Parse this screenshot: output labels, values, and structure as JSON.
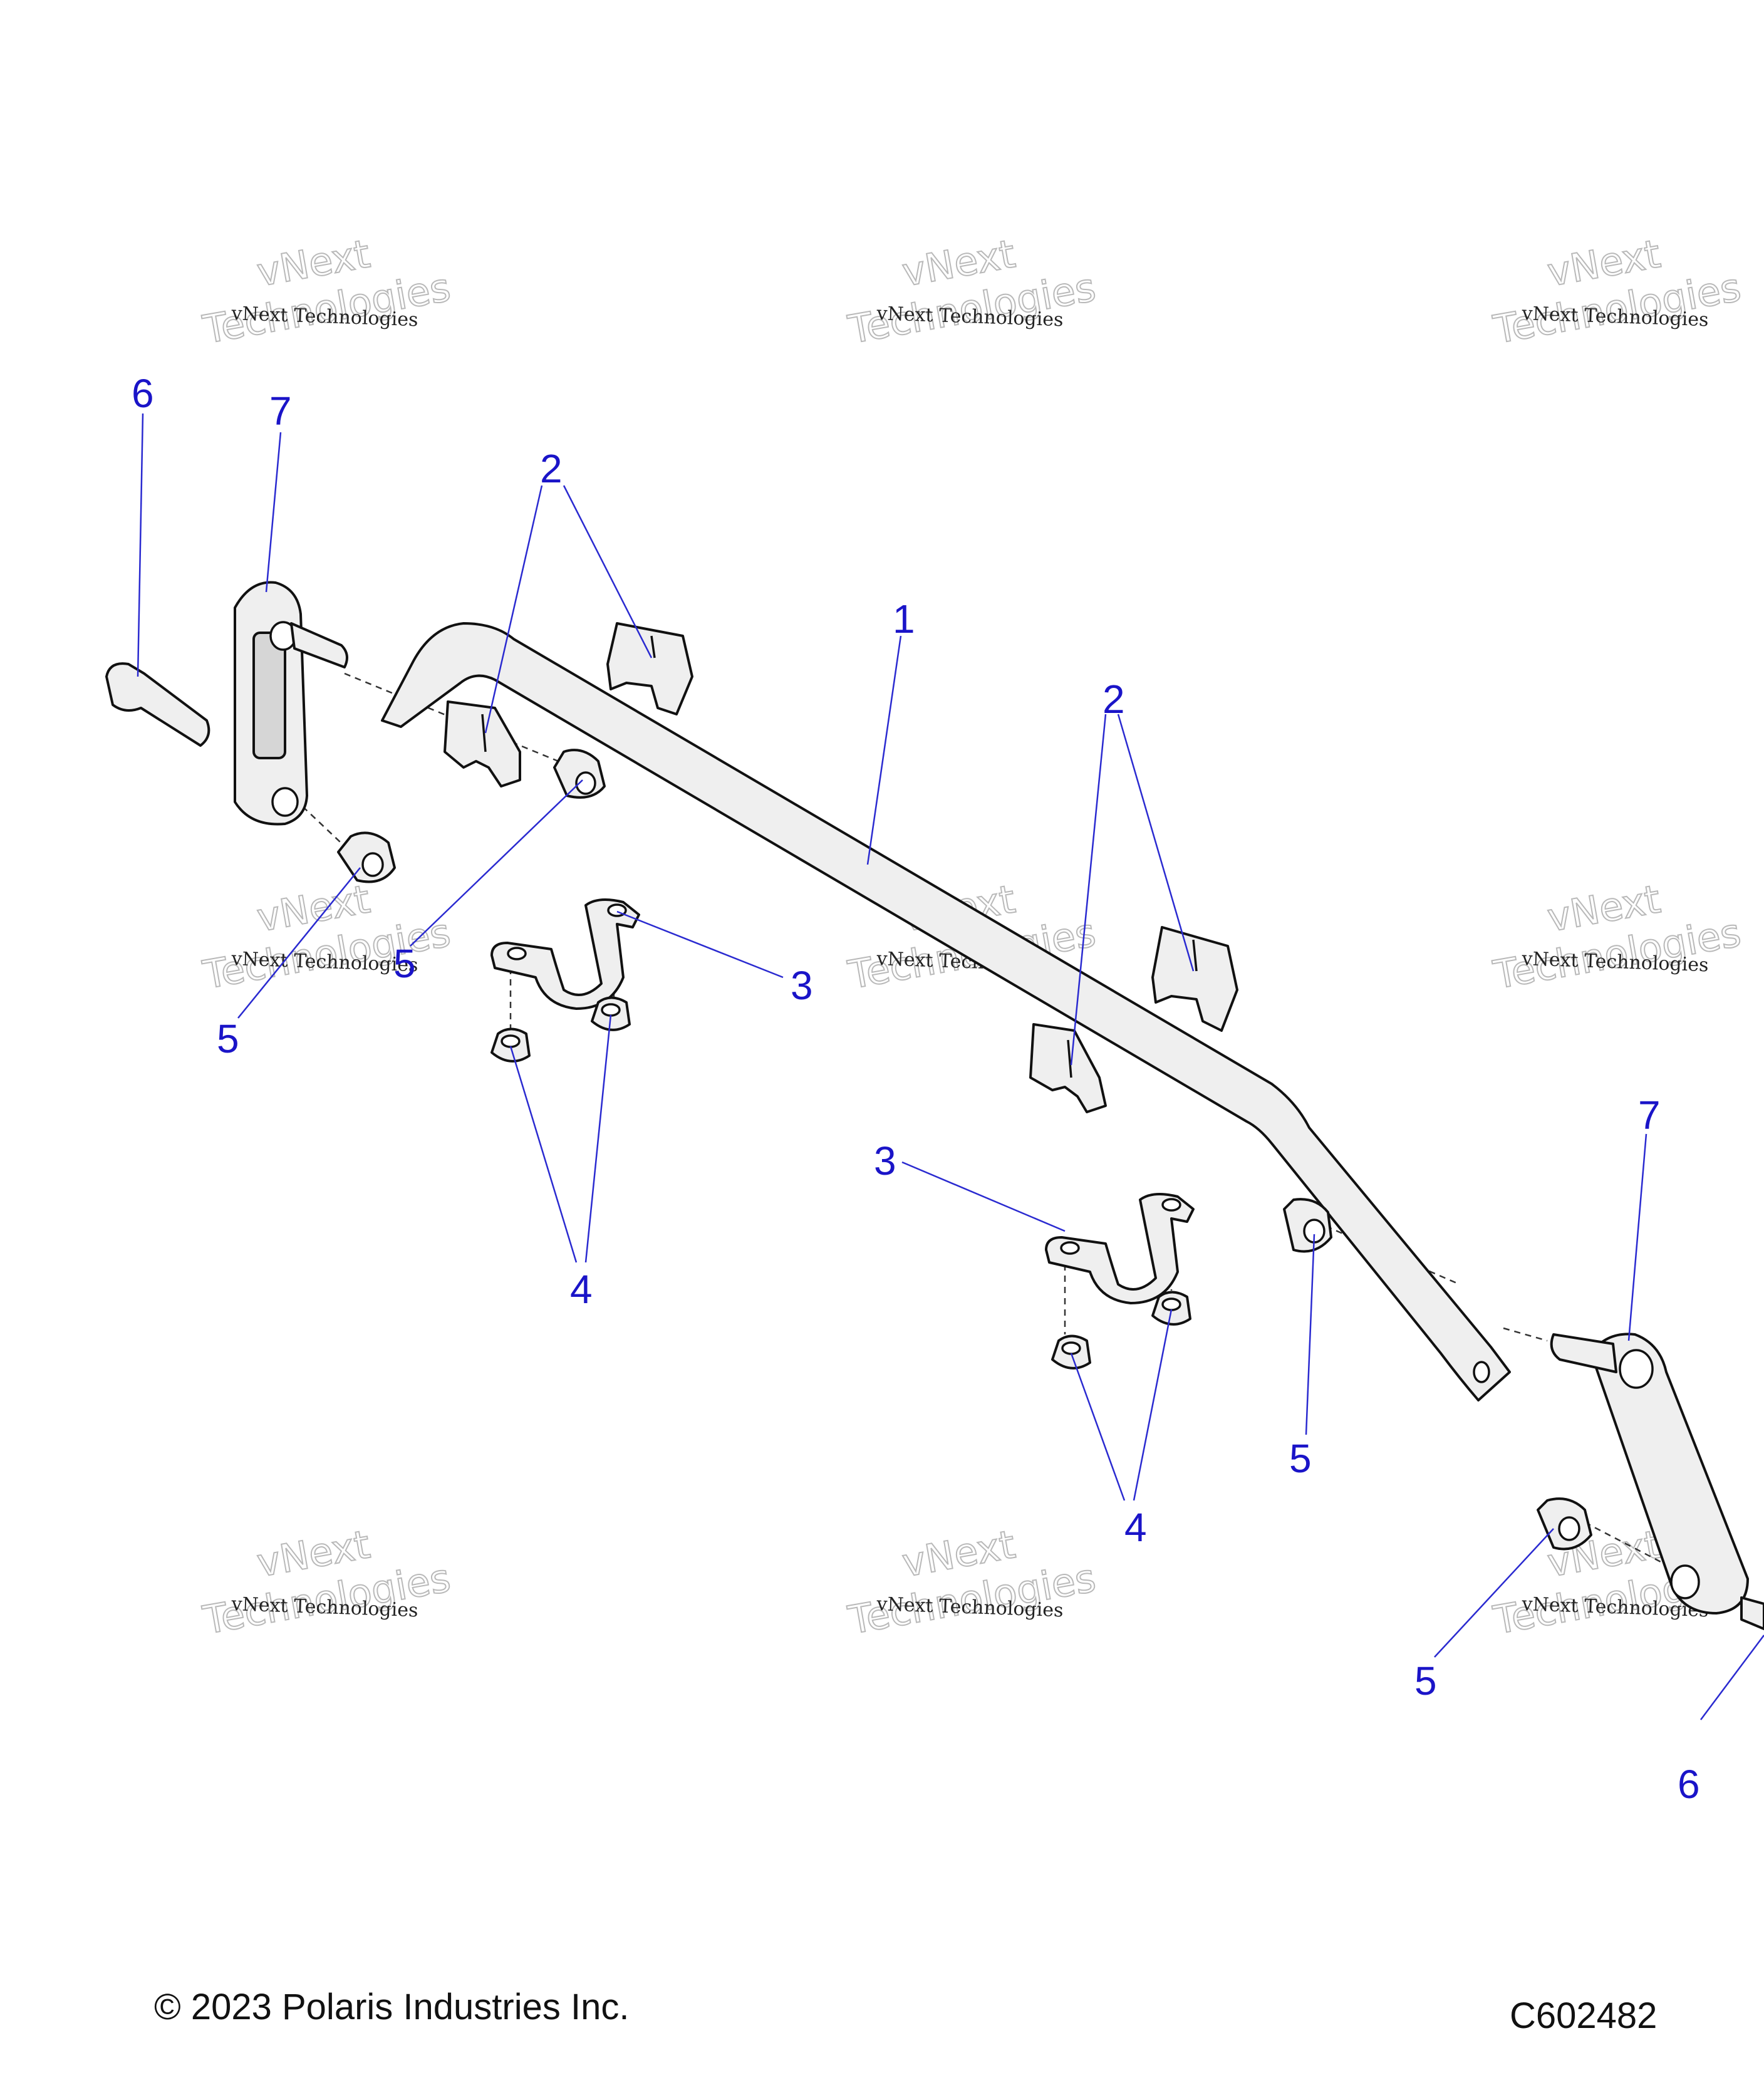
{
  "callouts": {
    "c6a": "6",
    "c7a": "7",
    "c2a": "2",
    "c1": "1",
    "c2b": "2",
    "c5a": "5",
    "c5b": "5",
    "c3a": "3",
    "c4a": "4",
    "c3b": "3",
    "c7b": "7",
    "c5c": "5",
    "c4b": "4",
    "c5d": "5",
    "c6b": "6"
  },
  "watermark": {
    "line1": "vNext Technologies",
    "line2a": "vNext",
    "line2b": "Technologies"
  },
  "footer": {
    "copyright": "© 2023 Polaris Industries Inc.",
    "diagram_id": "C602482"
  },
  "colors": {
    "callout": "#1a14c8",
    "leader": "#2a2ad0",
    "part_fill": "#efefef"
  }
}
